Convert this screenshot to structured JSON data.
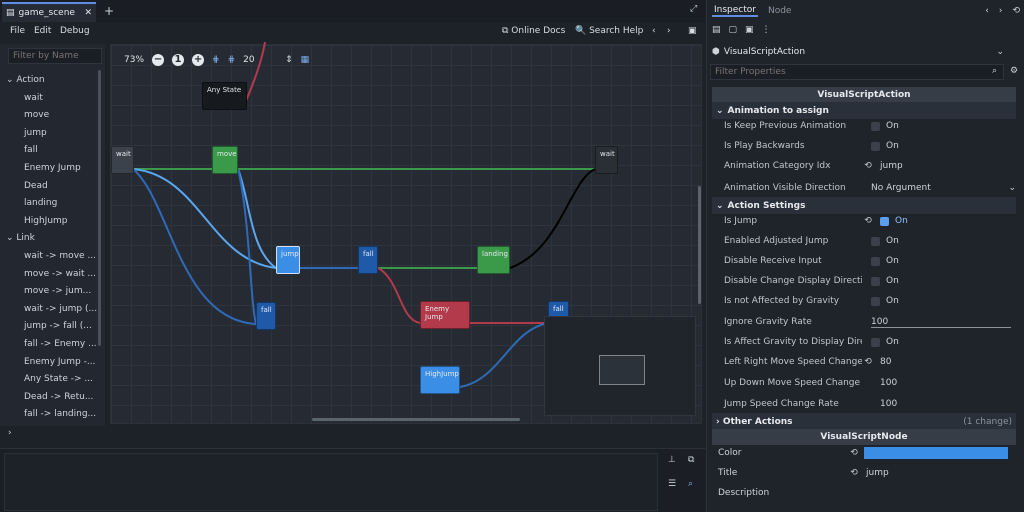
{
  "editor": {
    "tab": "game_scene",
    "menu": [
      "File",
      "Edit",
      "Debug"
    ],
    "online_docs": "Online Docs",
    "search_help": "Search Help",
    "filter_placeholder": "Filter by Name",
    "tree_groups": [
      {
        "label": "Action",
        "items": [
          "wait",
          "move",
          "jump",
          "fall",
          "Enemy Jump",
          "Dead",
          "landing",
          "HighJump"
        ]
      },
      {
        "label": "Link",
        "items": [
          "wait -> move ...",
          "move -> wait ...",
          "move -> jum...",
          "wait -> jump (...",
          "jump -> fall (...",
          "fall -> Enemy ...",
          "Enemy Jump -...",
          "Any State -> ...",
          "Dead -> Retu...",
          "fall -> landing..."
        ]
      }
    ]
  },
  "graph": {
    "zoom": "73%",
    "snap": "20",
    "nodes": {
      "any_state": "Any State",
      "wait": "wait",
      "move": "move",
      "wait2": "wait",
      "jump": "jump",
      "fall1": "fall",
      "landing": "landing",
      "fall2": "fall",
      "enemy_jump": "Enemy Jump",
      "fall3": "fall",
      "highjump": "HighJump"
    }
  },
  "inspector": {
    "tabs": [
      "Inspector",
      "Node"
    ],
    "object": "VisualScriptAction",
    "filter_placeholder": "Filter Properties",
    "class_header": "VisualScriptAction",
    "sections": {
      "anim": "Animation to assign",
      "action": "Action Settings",
      "other": "Other Actions",
      "other_note": "(1 change)"
    },
    "props": {
      "keep_prev": {
        "label": "Is Keep Previous Animation",
        "value": "On"
      },
      "play_back": {
        "label": "Is Play Backwards",
        "value": "On"
      },
      "anim_cat": {
        "label": "Animation Category Idx",
        "value": "jump"
      },
      "anim_dir": {
        "label": "Animation Visible Direction",
        "value": "No Argument"
      },
      "is_jump": {
        "label": "Is Jump",
        "value": "On"
      },
      "adj_jump": {
        "label": "Enabled Adjusted Jump",
        "value": "On"
      },
      "disable_input": {
        "label": "Disable Receive Input",
        "value": "On"
      },
      "disable_dir": {
        "label": "Disable Change Display Direction",
        "value": "On"
      },
      "no_gravity": {
        "label": "Is not Affected by Gravity",
        "value": "On"
      },
      "ignore_gravity": {
        "label": "Ignore Gravity Rate",
        "value": "100"
      },
      "affect_dir": {
        "label": "Is Affect Gravity to Display Directi",
        "value": "On"
      },
      "lr_speed": {
        "label": "Left Right Move Speed Change",
        "value": "80"
      },
      "ud_speed": {
        "label": "Up Down Move Speed Change Rat",
        "value": "100"
      },
      "jump_speed": {
        "label": "Jump Speed Change Rate",
        "value": "100"
      }
    },
    "node_header": "VisualScriptNode",
    "color_label": "Color",
    "color_value": "#3a8ee6",
    "title_label": "Title",
    "title_value": "jump",
    "desc_label": "Description"
  }
}
